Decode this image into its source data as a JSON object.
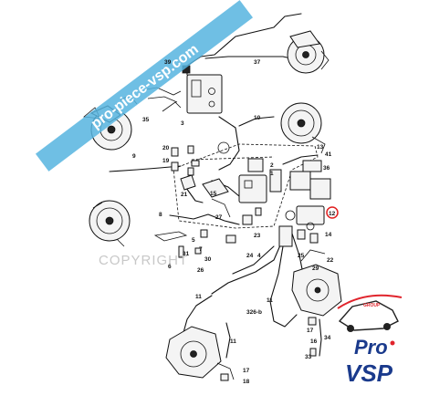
{
  "watermark": {
    "text": "pro-piece-vsp.com",
    "banner_color": "#56b4df"
  },
  "copyright": {
    "text": "COPYRIGHT"
  },
  "logo": {
    "pro": "Pro",
    "vsp": "VSP",
    "group": "GROUP",
    "red": "#e0242c",
    "blue": "#1a3a8c"
  },
  "highlight_color": "#e02020",
  "labels": {
    "l39": "39",
    "l37": "37",
    "l35": "35",
    "l3": "3",
    "l20": "20",
    "l19": "19",
    "l10": "10",
    "l13": "13",
    "l41": "41",
    "l2": "2",
    "l1": "1",
    "l36": "36",
    "l9": "9",
    "l21": "21",
    "l15": "15",
    "l8": "8",
    "l12": "12",
    "l14": "14",
    "l27": "27",
    "l23": "23",
    "l5": "5",
    "l31": "31",
    "l7": "7",
    "l30": "30",
    "l26": "26",
    "l6": "6",
    "l22": "22",
    "l24": "24",
    "l4": "4",
    "l25": "25",
    "l29": "29",
    "l11a": "11",
    "l11b": "11",
    "l326b": "326-b",
    "l17a": "17",
    "l16": "16",
    "l34": "34",
    "l33": "33",
    "l17b": "17",
    "l18": "18"
  }
}
